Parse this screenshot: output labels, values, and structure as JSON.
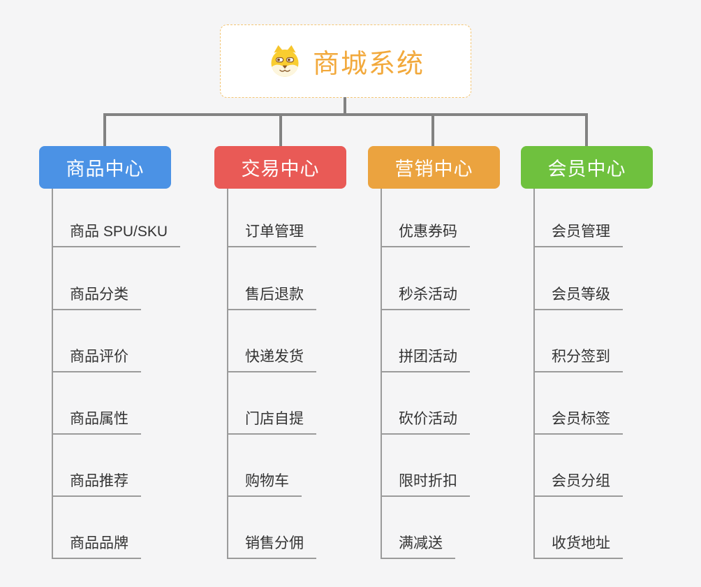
{
  "root": {
    "title": "商城系统",
    "icon": "dog-face-icon"
  },
  "branches": [
    {
      "label": "商品中心",
      "color": "#4b92e5",
      "items": [
        "商品 SPU/SKU",
        "商品分类",
        "商品评价",
        "商品属性",
        "商品推荐",
        "商品品牌"
      ]
    },
    {
      "label": "交易中心",
      "color": "#e95a56",
      "items": [
        "订单管理",
        "售后退款",
        "快递发货",
        "门店自提",
        "购物车",
        "销售分佣"
      ]
    },
    {
      "label": "营销中心",
      "color": "#eba33f",
      "items": [
        "优惠券码",
        "秒杀活动",
        "拼团活动",
        "砍价活动",
        "限时折扣",
        "满减送"
      ]
    },
    {
      "label": "会员中心",
      "color": "#6fc13e",
      "items": [
        "会员管理",
        "会员等级",
        "积分签到",
        "会员标签",
        "会员分组",
        "收货地址"
      ]
    }
  ],
  "colors": {
    "background": "#f5f5f6",
    "connector": "#828282",
    "leaf_line": "#9b9b9b",
    "leaf_text": "#333333",
    "root_border": "#f3c573",
    "root_text": "#f2a93c"
  }
}
